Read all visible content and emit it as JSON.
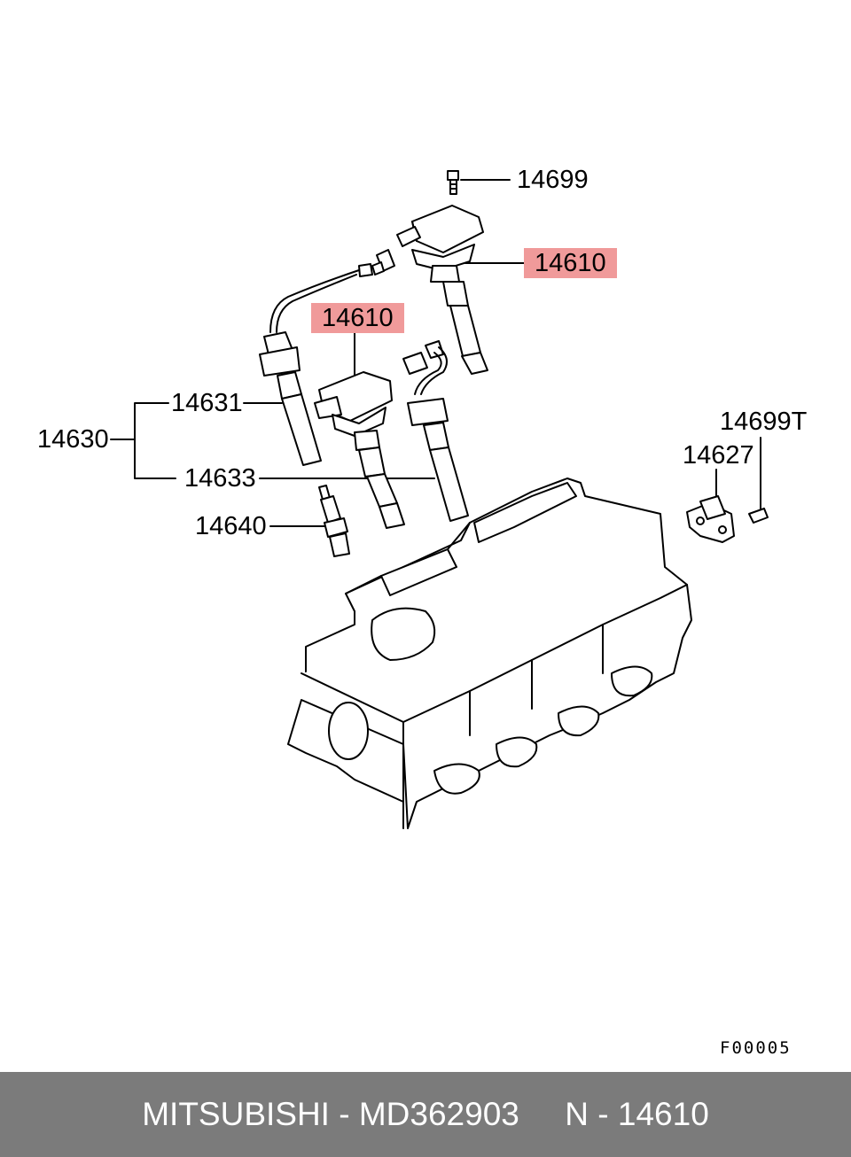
{
  "diagram": {
    "callouts": {
      "bolt_top": "14699",
      "coil_a": "14610",
      "coil_b": "14610",
      "cable_set": "14630",
      "cable_short": "14631",
      "cable_long": "14633",
      "spark_plug": "14640",
      "sensor_bolt": "14699T",
      "sensor": "14627"
    },
    "highlight_color": "#f09a9a",
    "figure_code": "F00005"
  },
  "footer": {
    "brand": "MITSUBISHI",
    "separator": " - ",
    "part_number": "MD362903",
    "gap": "     ",
    "ref_label": "N - 14610"
  }
}
